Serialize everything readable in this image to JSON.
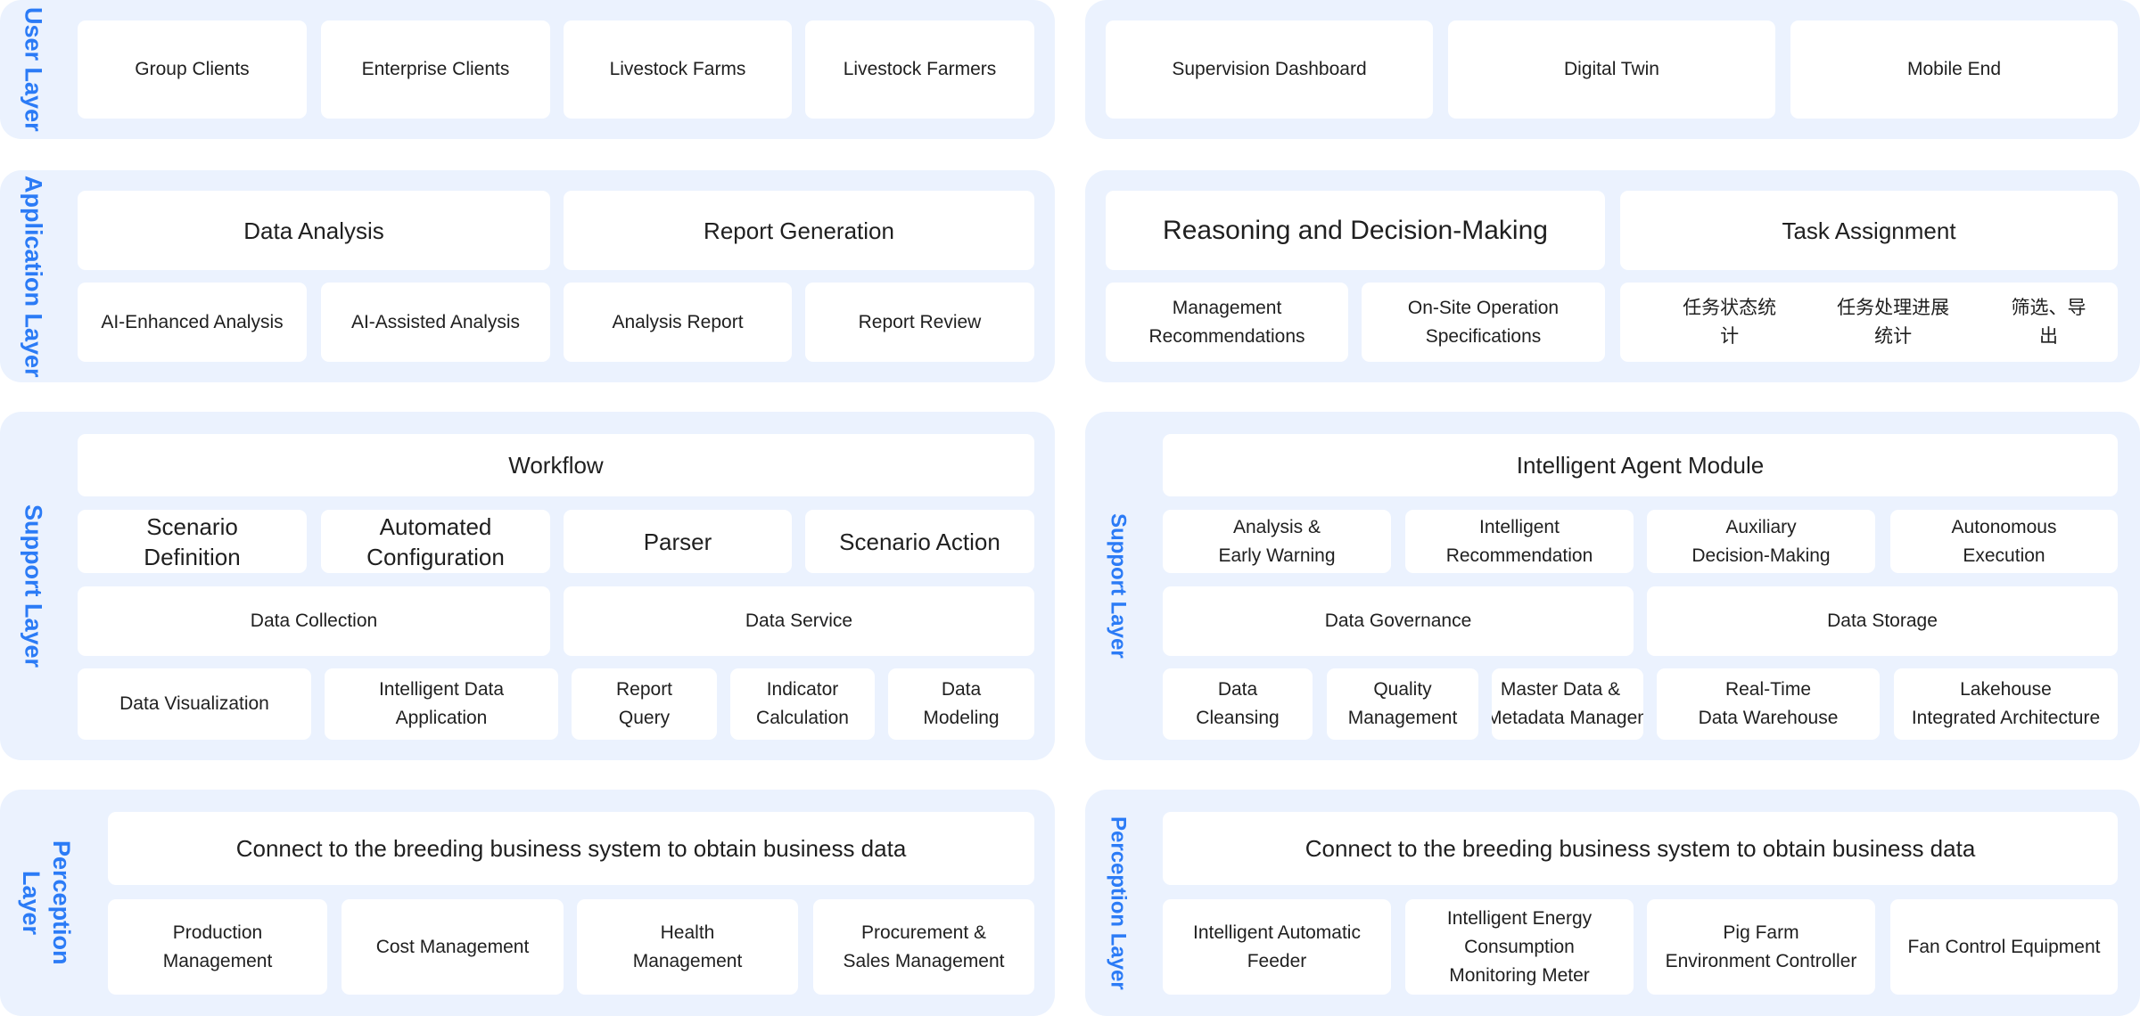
{
  "colors": {
    "panel_bg": "#ebf2fe",
    "label_blue": "#2b7bf6",
    "card_bg": "#ffffff",
    "text": "#1f1f1f"
  },
  "left": {
    "user_layer": {
      "label": "User Layer",
      "items": [
        "Group Clients",
        "Enterprise Clients",
        "Livestock Farms",
        "Livestock Farmers"
      ]
    },
    "application_layer": {
      "label": "Application Layer",
      "headers": [
        "Data Analysis",
        "Report Generation"
      ],
      "items": [
        "AI-Enhanced Analysis",
        "AI-Assisted Analysis",
        "Analysis Report",
        "Report Review"
      ]
    },
    "support_layer": {
      "label": "Support Layer",
      "workflow": "Workflow",
      "workflow_items": [
        "Scenario\nDefinition",
        "Automated\nConfiguration",
        "Parser",
        "Scenario Action"
      ],
      "data_headers": [
        "Data Collection",
        "Data Service"
      ],
      "data_items": [
        "Data Visualization",
        "Intelligent Data\nApplication",
        "Report\nQuery",
        "Indicator\nCalculation",
        "Data\nModeling"
      ]
    },
    "perception_layer": {
      "label": "Perception\nLayer",
      "header": "Connect to the breeding business system to obtain business data",
      "items": [
        "Production\nManagement",
        "Cost Management",
        "Health\nManagement",
        "Procurement &\nSales Management"
      ]
    }
  },
  "right": {
    "user_layer": {
      "items": [
        "Supervision Dashboard",
        "Digital Twin",
        "Mobile End"
      ]
    },
    "application_layer": {
      "headers": [
        "Reasoning and Decision-Making",
        "Task Assignment"
      ],
      "items": [
        "Management\nRecommendations",
        "On-Site Operation\nSpecifications"
      ],
      "task_items": [
        "任务状态统计",
        "任务处理进展统计",
        "筛选、导出"
      ]
    },
    "support_layer": {
      "label": "Support Layer",
      "agent": "Intelligent Agent Module",
      "agent_items": [
        "Analysis &\nEarly Warning",
        "Intelligent\nRecommendation",
        "Auxiliary\nDecision-Making",
        "Autonomous\nExecution"
      ],
      "data_headers": [
        "Data Governance",
        "Data Storage"
      ],
      "data_items": [
        "Data\nCleansing",
        "Quality\nManagement",
        "Master Data &\nMetadata Management",
        "Real-Time\nData Warehouse",
        "Lakehouse\nIntegrated Architecture"
      ]
    },
    "perception_layer": {
      "label": "Perception Layer",
      "header": "Connect to the breeding business system to obtain business data",
      "items": [
        "Intelligent Automatic\nFeeder",
        "Intelligent Energy\nConsumption\nMonitoring Meter",
        "Pig Farm\nEnvironment Controller",
        "Fan Control Equipment"
      ]
    }
  }
}
